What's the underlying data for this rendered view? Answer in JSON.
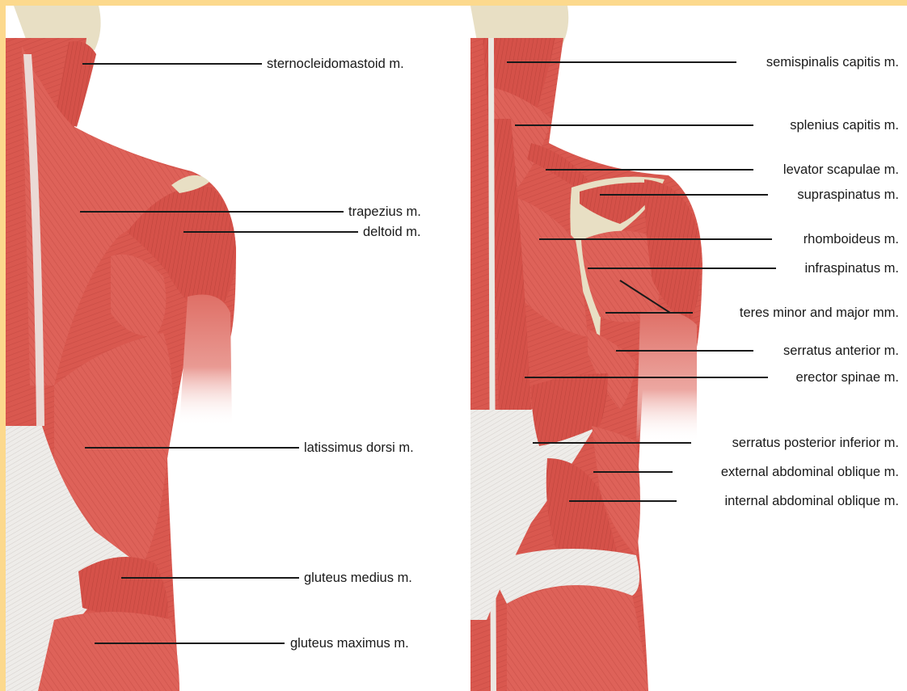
{
  "colors": {
    "frame": "#fcd98d",
    "muscle": "#d9584f",
    "muscle_light": "#ee8b82",
    "fascia": "#eceae6",
    "bone": "#e8dfc4",
    "leader": "#1a1a1a"
  },
  "left_panel": {
    "labels": [
      {
        "id": "sternocleidomastoid",
        "text": "sternocleidomastoid m."
      },
      {
        "id": "trapezius",
        "text": "trapezius m."
      },
      {
        "id": "deltoid",
        "text": "deltoid m."
      },
      {
        "id": "latissimus-dorsi",
        "text": "latissimus dorsi m."
      },
      {
        "id": "gluteus-medius",
        "text": "gluteus medius m."
      },
      {
        "id": "gluteus-maximus",
        "text": "gluteus maximus m."
      }
    ]
  },
  "right_panel": {
    "labels": [
      {
        "id": "semispinalis-capitis",
        "text": "semispinalis capitis m."
      },
      {
        "id": "splenius-capitis",
        "text": "splenius capitis m."
      },
      {
        "id": "levator-scapulae",
        "text": "levator scapulae m."
      },
      {
        "id": "supraspinatus",
        "text": "supraspinatus m."
      },
      {
        "id": "rhomboideus",
        "text": "rhomboideus m."
      },
      {
        "id": "infraspinatus",
        "text": "infraspinatus m."
      },
      {
        "id": "teres-minor-major",
        "text": "teres minor and major mm."
      },
      {
        "id": "serratus-anterior",
        "text": "serratus anterior m."
      },
      {
        "id": "erector-spinae",
        "text": "erector spinae m."
      },
      {
        "id": "serratus-posterior-inferior",
        "text": "serratus posterior inferior m."
      },
      {
        "id": "external-abdominal-oblique",
        "text": "external abdominal oblique m."
      },
      {
        "id": "internal-abdominal-oblique",
        "text": "internal abdominal oblique m."
      }
    ]
  }
}
